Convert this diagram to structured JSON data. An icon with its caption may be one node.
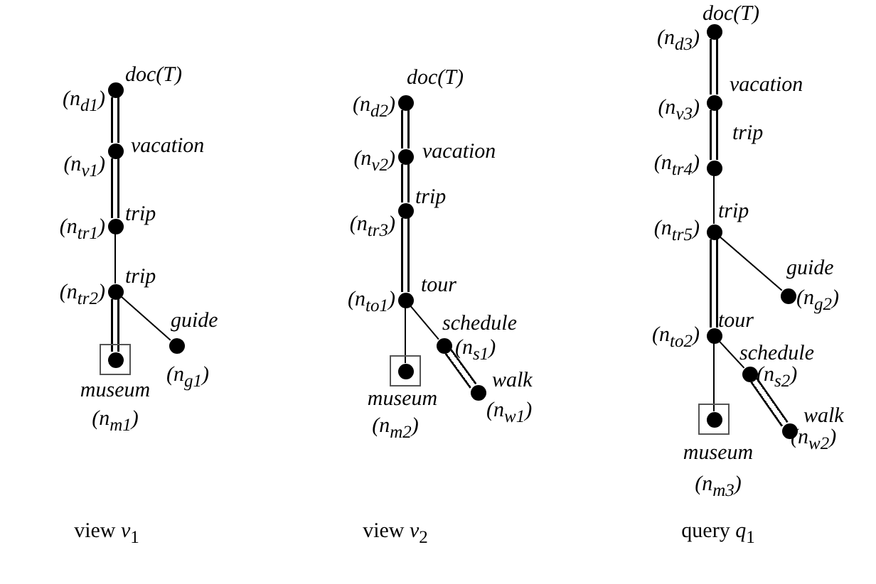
{
  "diagram": {
    "nodes": [
      {
        "text": [
          "doc(T)",
          "(n$_{d1}$)"
        ]
      },
      {
        "text": [
          "vacation",
          "(n$_{v1}$)"
        ]
      },
      {
        "text": [
          "trip",
          "(n$_{tr1}$)"
        ]
      },
      {
        "text": [
          "trip",
          "(n$_{tr2}$)"
        ]
      },
      {
        "text": [],
        "shape": "box"
      },
      {
        "text": [
          "museum",
          "(n$_{m1}$)"
        ],
        "in": 4
      },
      {
        "text": [
          "guide",
          "(n$_{g1}$)"
        ]
      },
      {
        "text": [
          "doc(T)",
          "(n$_{d2}$)"
        ]
      },
      {
        "text": [
          "vacation",
          "(n$_{v2}$)"
        ]
      },
      {
        "text": [
          "trip",
          "(n$_{tr3}$)"
        ]
      },
      {
        "text": [
          "tour",
          "(n$_{to1}$)"
        ]
      },
      {
        "text": [
          "schedule",
          "(n$_{s1}$)"
        ]
      },
      {
        "text": [
          "walk",
          "(n$_{w1}$)"
        ]
      },
      {
        "text": [],
        "shape": "box"
      },
      {
        "text": [
          "museum",
          "(n$_{m2}$)"
        ],
        "in": 13
      },
      {
        "text": [
          "doc(T)",
          "(n$_{d3}$)"
        ]
      },
      {
        "text": [
          "vacation",
          "(n$_{v3}$)"
        ]
      },
      {
        "text": [
          "trip",
          "(n$_{tr4}$)"
        ]
      },
      {
        "text": [
          "trip",
          "(n$_{tr5}$)"
        ]
      },
      {
        "text": [
          "guide",
          "(n$_{g2}$)"
        ]
      },
      {
        "text": [
          "tour",
          "(n$_{to2}$)"
        ]
      },
      {
        "text": [
          "schedule",
          "(n$_{s2}$)"
        ]
      },
      {
        "text": [
          "walk",
          "(n$_{w2}$)"
        ]
      },
      {
        "text": [],
        "shape": "box"
      },
      {
        "text": [
          "museum",
          "(n$_{m3}$)"
        ],
        "in": 23
      }
    ],
    "edges": [
      {
        "from": 0,
        "to": 1,
        "arrow": "none",
        "style": "thick"
      },
      {
        "from": 1,
        "to": 2,
        "arrow": "none",
        "style": "thick"
      },
      {
        "from": 2,
        "to": 3,
        "arrow": "none"
      },
      {
        "from": 3,
        "to": 5,
        "arrow": "none",
        "style": "thick"
      },
      {
        "from": 3,
        "to": 6,
        "arrow": "none"
      },
      {
        "from": 7,
        "to": 8,
        "arrow": "none",
        "style": "thick"
      },
      {
        "from": 8,
        "to": 9,
        "arrow": "none",
        "style": "thick"
      },
      {
        "from": 9,
        "to": 10,
        "arrow": "none",
        "style": "thick"
      },
      {
        "from": 10,
        "to": 14,
        "arrow": "none"
      },
      {
        "from": 10,
        "to": 11,
        "arrow": "none"
      },
      {
        "from": 11,
        "to": 12,
        "arrow": "none",
        "style": "thick"
      },
      {
        "from": 15,
        "to": 16,
        "arrow": "none",
        "style": "thick"
      },
      {
        "from": 16,
        "to": 17,
        "arrow": "none",
        "style": "thick"
      },
      {
        "from": 17,
        "to": 18,
        "arrow": "none"
      },
      {
        "from": 18,
        "to": 20,
        "arrow": "none",
        "style": "thick"
      },
      {
        "from": 18,
        "to": 19,
        "arrow": "none"
      },
      {
        "from": 20,
        "to": 24,
        "arrow": "none"
      },
      {
        "from": 20,
        "to": 21,
        "arrow": "none"
      },
      {
        "from": 21,
        "to": 22,
        "arrow": "none",
        "style": "thick"
      }
    ],
    "labels": [
      "view *v*$_{1}$",
      "view *v*$_{2}$",
      "query *q*$_{1}$"
    ]
  }
}
